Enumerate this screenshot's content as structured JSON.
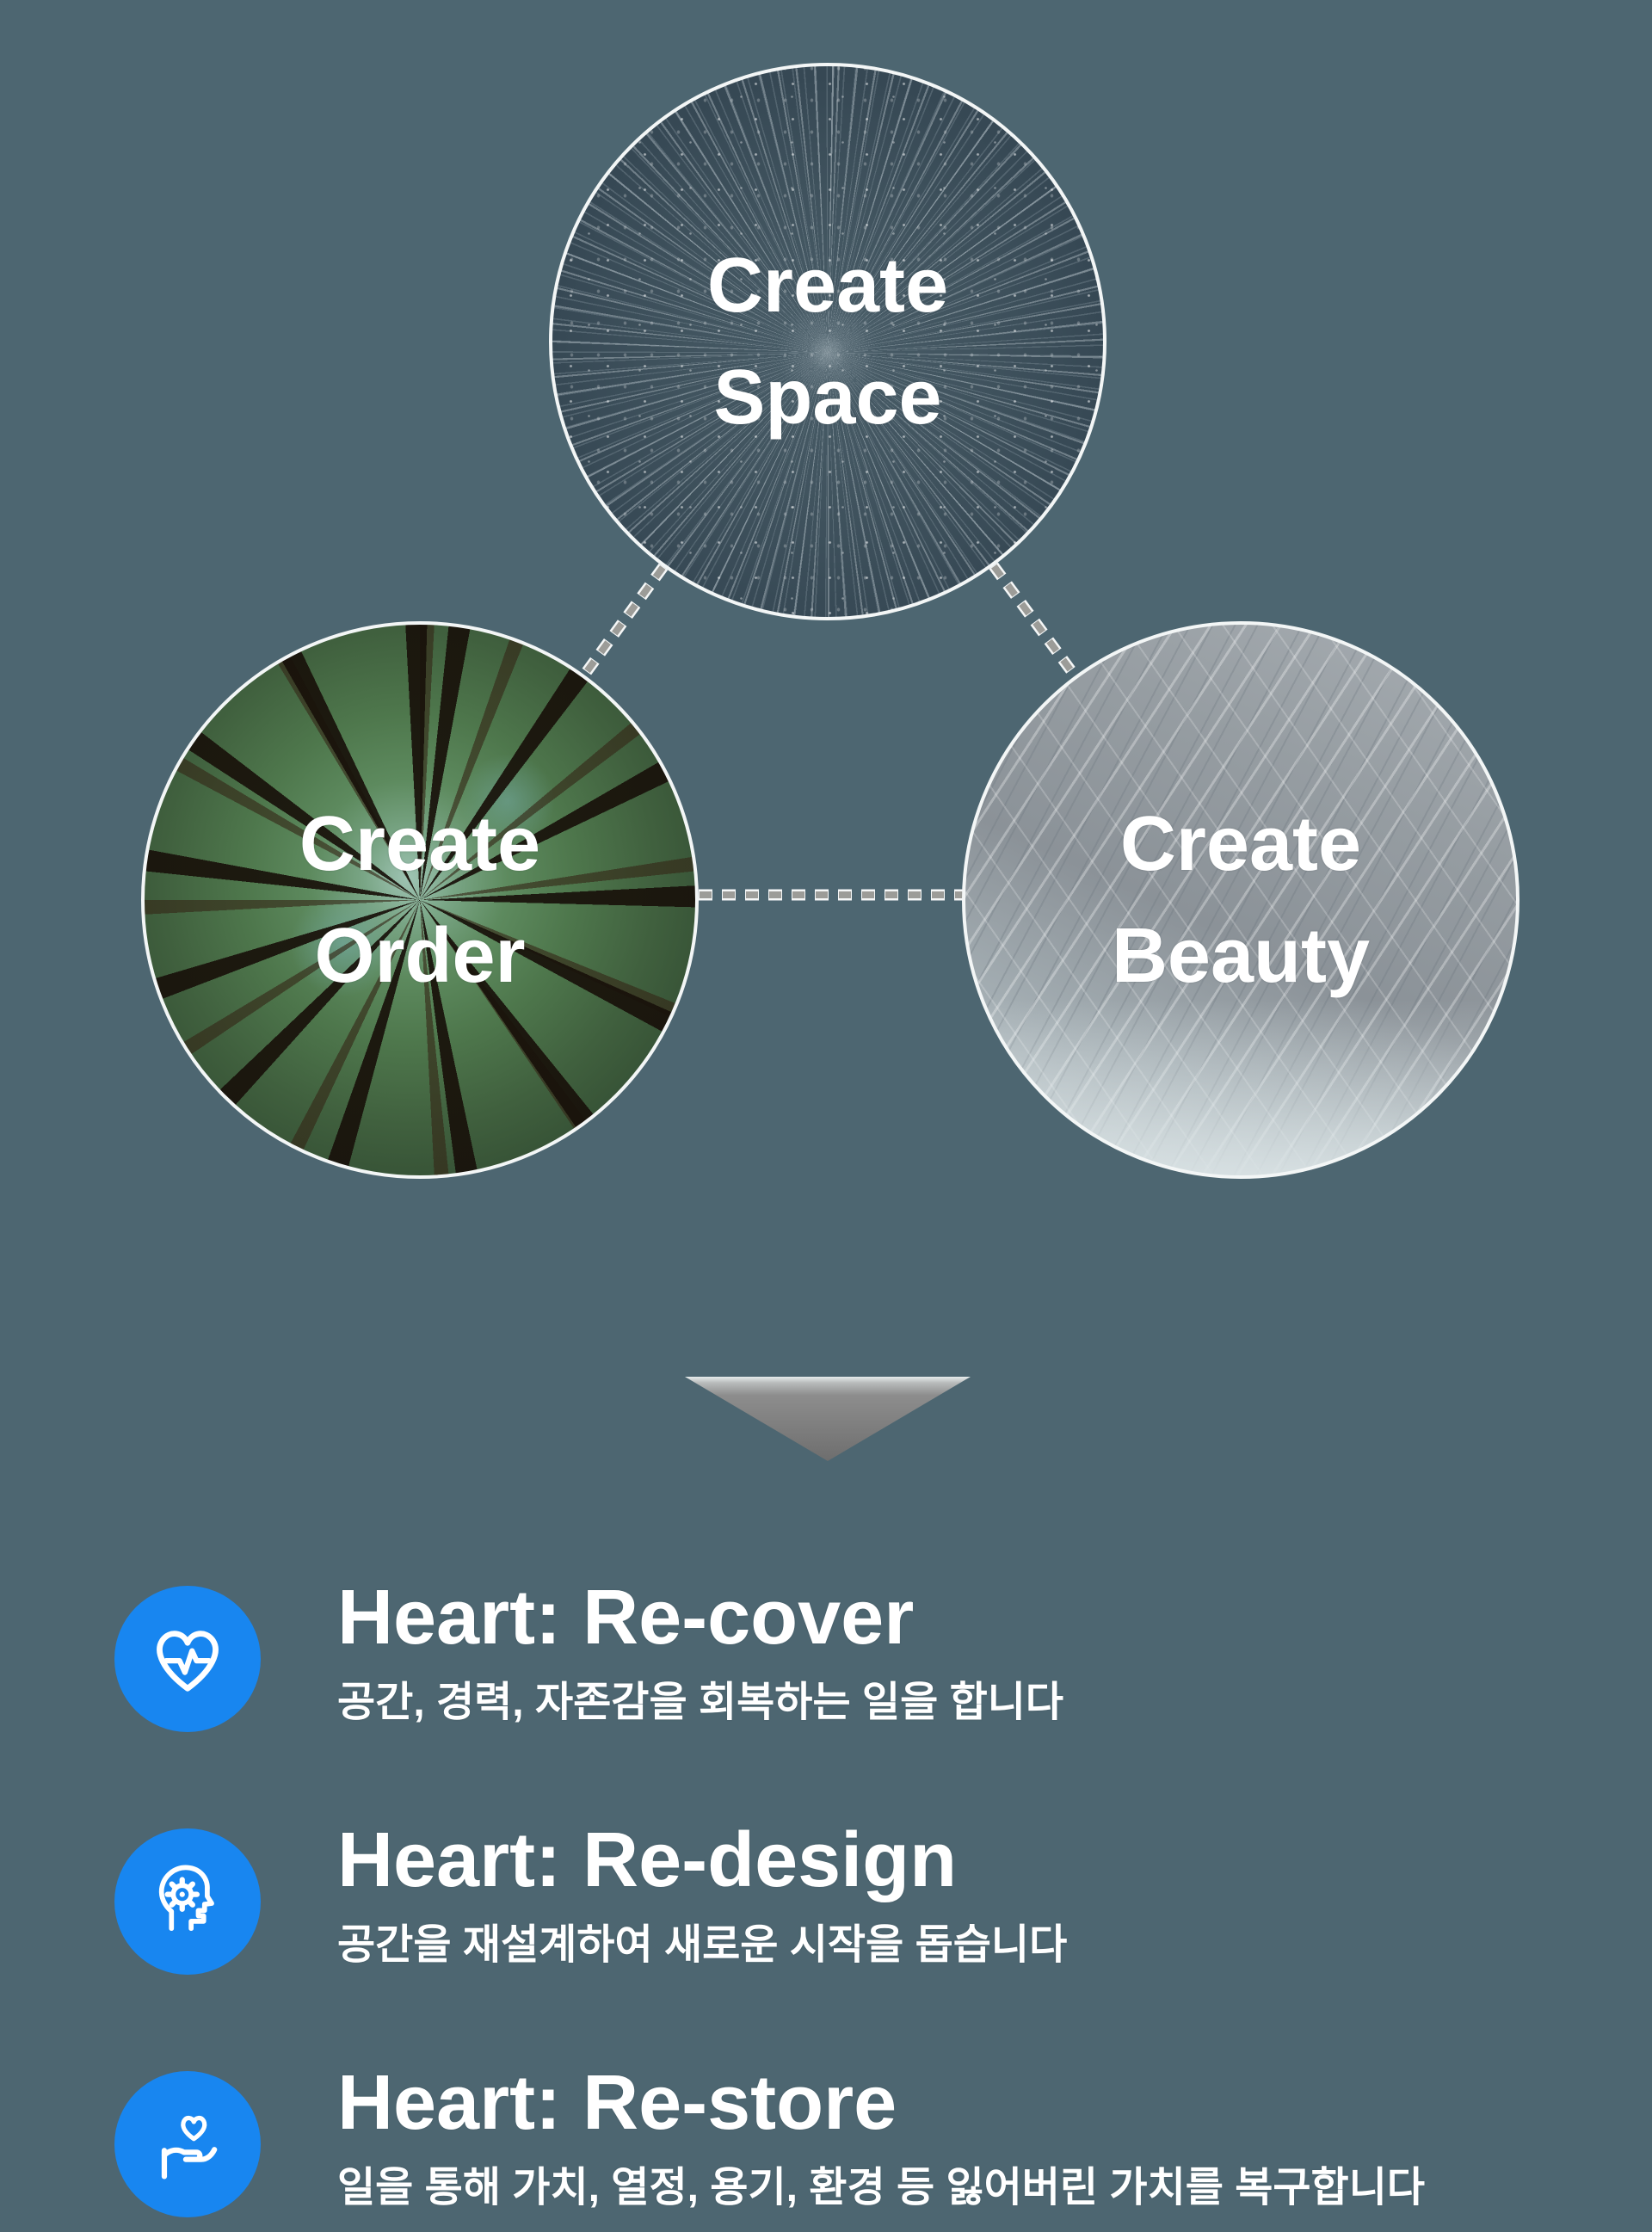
{
  "colors": {
    "background": "#4d6671",
    "accent_blue": "#1886f0",
    "connector_gray": "#9c9c98",
    "triangle_gray": "#6e6e6e",
    "text_white": "#ffffff"
  },
  "diagram": {
    "nodes": [
      {
        "id": "space",
        "line1": "Create",
        "line2": "Space"
      },
      {
        "id": "order",
        "line1": "Create",
        "line2": "Order"
      },
      {
        "id": "beauty",
        "line1": "Create",
        "line2": "Beauty"
      }
    ],
    "connector_style": "dashed",
    "arrow_icon": "triangle-down-icon"
  },
  "features": [
    {
      "icon": "heart-pulse-icon",
      "title": "Heart: Re-cover",
      "subtitle": "공간, 경력, 자존감을 회복하는 일을 합니다"
    },
    {
      "icon": "head-gear-icon",
      "title": "Heart: Re-design",
      "subtitle": "공간을 재설계하여 새로운 시작을 돕습니다"
    },
    {
      "icon": "hand-heart-icon",
      "title": "Heart: Re-store",
      "subtitle": "일을 통해 가치, 열정, 용기, 환경 등 잃어버린 가치를 복구합니다"
    }
  ]
}
